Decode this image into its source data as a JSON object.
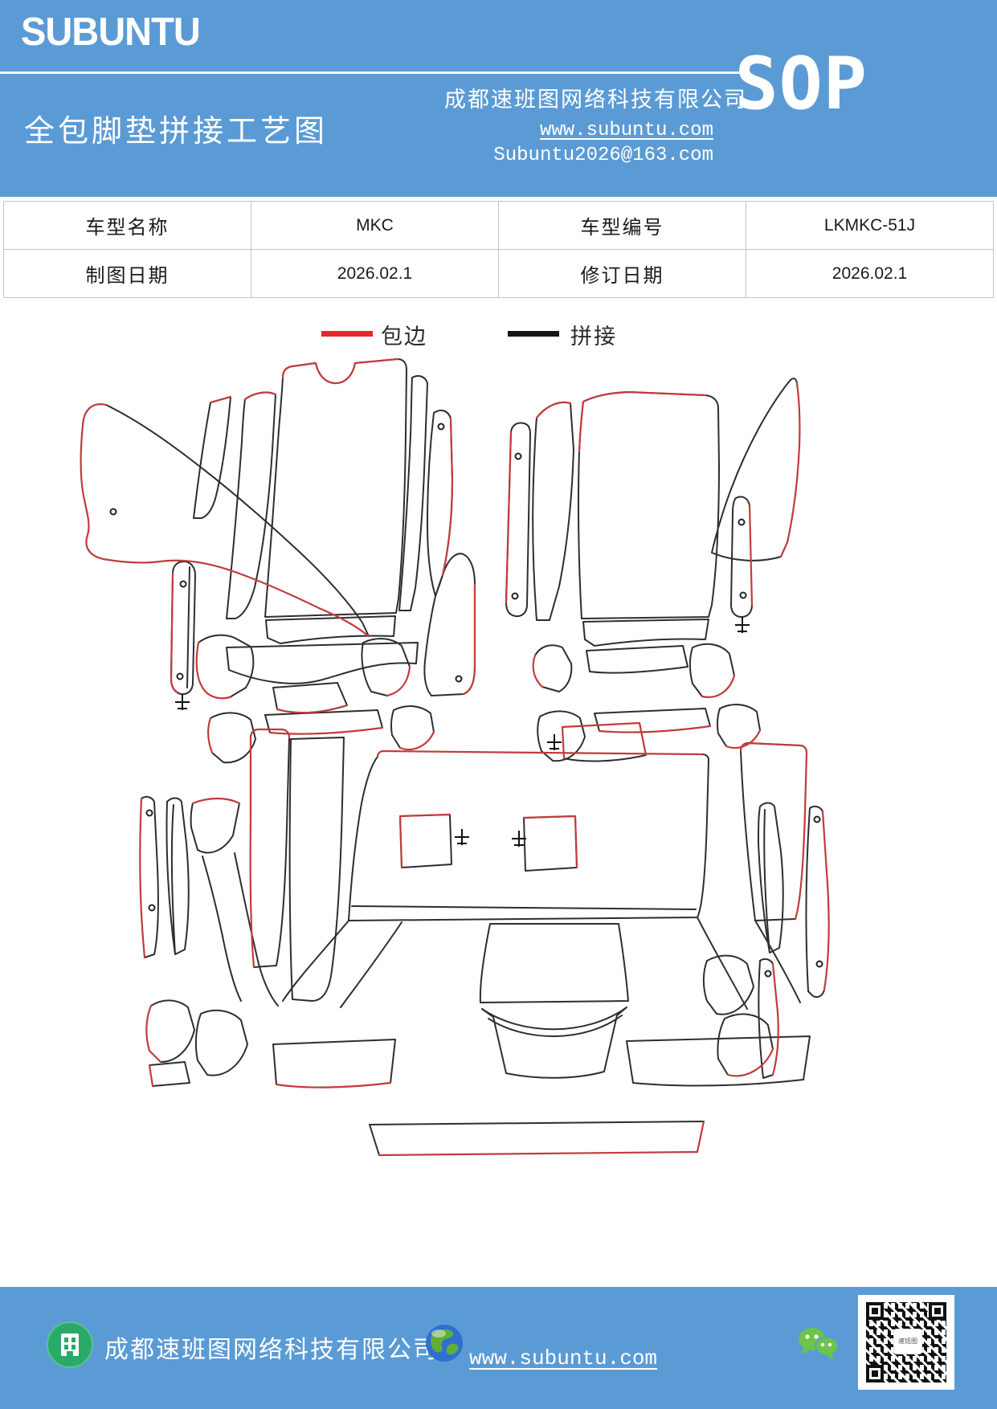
{
  "header": {
    "brand": "SUBUNTU",
    "title": "全包脚垫拼接工艺图",
    "company": "成都速班图网络科技有限公司",
    "website": "www.subuntu.com",
    "email": "Subuntu2026@163.com",
    "sop": "SOP"
  },
  "info_table": {
    "rows": [
      {
        "c0": "车型名称",
        "c1": "MKC",
        "c2": "车型编号",
        "c3": "LKMKC-51J"
      },
      {
        "c0": "制图日期",
        "c1": "2026.02.1",
        "c2": "修订日期",
        "c3": "2026.02.1"
      }
    ]
  },
  "legend": {
    "edge": {
      "label": "包边",
      "color": "#e8262a"
    },
    "stitch": {
      "label": "拼接",
      "color": "#151515"
    }
  },
  "diagram": {
    "edge_color": "#c23b3b",
    "stitch_color": "#2e2e2e",
    "description": "全包脚垫裁片拼接图（上：前排左右脚垫，下：后排脚垫）"
  },
  "footer": {
    "company": "成都速班图网络科技有限公司",
    "website": "www.subuntu.com"
  },
  "colors": {
    "band_blue": "#5b9bd5"
  }
}
